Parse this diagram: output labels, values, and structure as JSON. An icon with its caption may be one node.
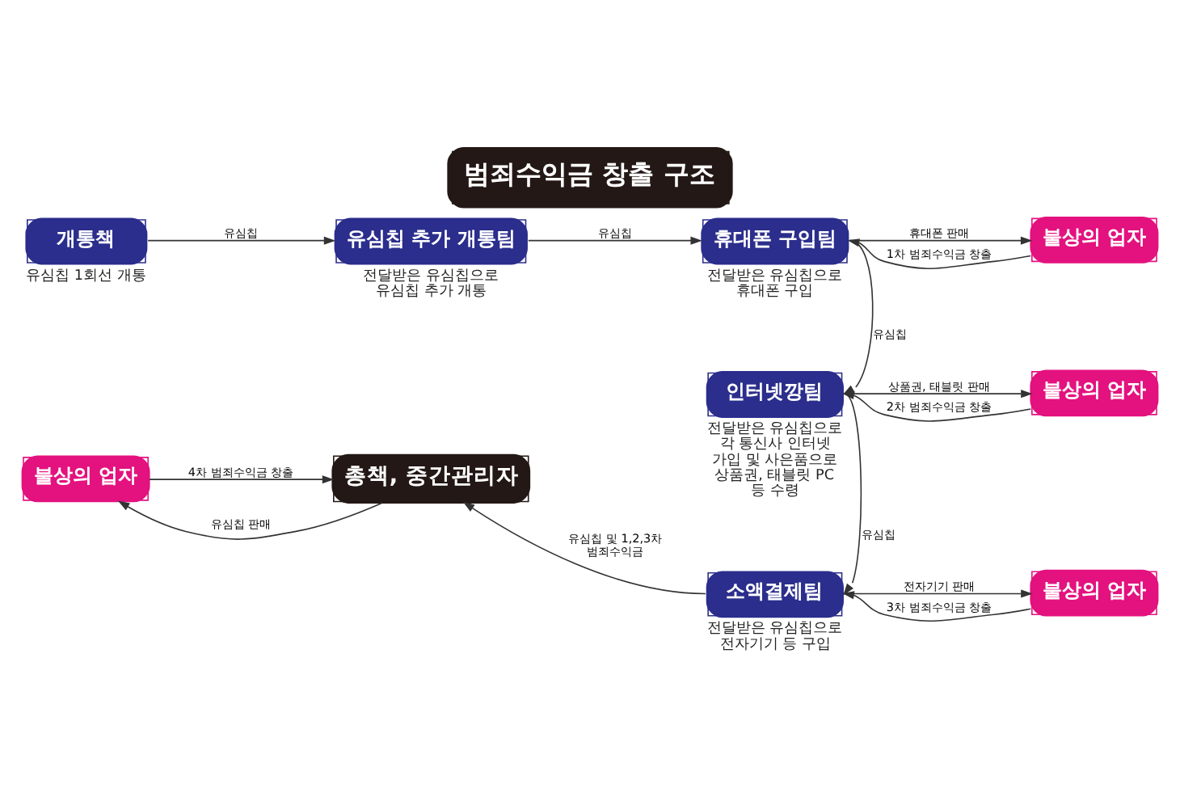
{
  "diagram": {
    "title": "범죄수익금 창출 구조",
    "nodes": [
      {
        "text": [
          "개통책"
        ],
        "beside": [
          "유심칩 1회선 개통"
        ]
      },
      {
        "text": [
          "유심칩 추가 개통팀"
        ],
        "beside": [
          "전달받은 유심칩으로 유심칩 추가 개통"
        ]
      },
      {
        "text": [
          "휴대폰 구입팀"
        ],
        "beside": [
          "전달받은 유심칩으로 휴대폰 구입"
        ]
      },
      {
        "text": [
          "불상의 업자"
        ]
      },
      {
        "text": [
          "인터넷깡팀"
        ],
        "beside": [
          "전달받은 유심칩으로 각 통신사 인터넷 가입 및 사은품으로 상품권, 태블릿 PC 등 수령"
        ]
      },
      {
        "text": [
          "불상의 업자"
        ]
      },
      {
        "text": [
          "소액결제팀"
        ],
        "beside": [
          "전달받은 유심칩으로 전자기기 등 구입"
        ]
      },
      {
        "text": [
          "불상의 업자"
        ]
      },
      {
        "text": [
          "총책, 중간관리자"
        ]
      },
      {
        "text": [
          "불상의 업자"
        ]
      }
    ],
    "edges": [
      {
        "from": 0,
        "to": 1,
        "arrow": "to",
        "label": "유심칩"
      },
      {
        "from": 1,
        "to": 2,
        "arrow": "to",
        "label": "유심칩"
      },
      {
        "from": 2,
        "to": 3,
        "arrow": "to",
        "label": "휴대폰 판매"
      },
      {
        "from": 3,
        "to": 2,
        "arrow": "to",
        "label": "1차 범죄수익금 창출"
      },
      {
        "from": 2,
        "to": 4,
        "arrow": "to",
        "label": "유심칩"
      },
      {
        "from": 4,
        "to": 5,
        "arrow": "to",
        "label": "상품권, 태블릿 판매"
      },
      {
        "from": 5,
        "to": 4,
        "arrow": "to",
        "label": "2차 범죄수익금 창출"
      },
      {
        "from": 4,
        "to": 6,
        "arrow": "to",
        "label": "유심칩"
      },
      {
        "from": 6,
        "to": 7,
        "arrow": "to",
        "label": "전자기기 판매"
      },
      {
        "from": 7,
        "to": 6,
        "arrow": "to",
        "label": "3차 범죄수익금 창출"
      },
      {
        "from": 6,
        "to": 8,
        "arrow": "to",
        "label": "유심칩 및 1,2,3차 범죄수익금"
      },
      {
        "from": 8,
        "to": 9,
        "arrow": "to",
        "label": "유심칩 판매"
      },
      {
        "from": 9,
        "to": 8,
        "arrow": "to",
        "label": "4차 범죄수익금 창출"
      }
    ]
  }
}
